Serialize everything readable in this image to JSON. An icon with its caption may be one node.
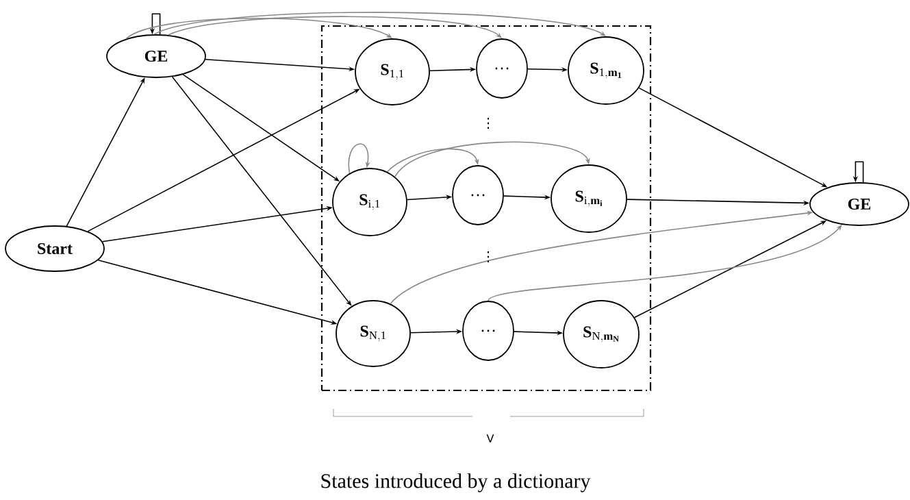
{
  "diagram": {
    "caption": "States introduced by a dictionary",
    "nodes": [
      {
        "text": [],
        "shape": "box"
      },
      {
        "text": [
          "Start"
        ]
      },
      {
        "text": [
          "GE"
        ]
      },
      {
        "text": [
          "\\mathbf{S}_{\\mathrm{1,1}}"
        ],
        "in": 0
      },
      {
        "text": [
          "…"
        ],
        "in": 0
      },
      {
        "text": [
          "\\mathbf{S}_{\\mathrm{1},\\mathbf{m}_{\\mathbf{1}}}"
        ],
        "in": 0
      },
      {
        "text": [
          "\\mathbf{S}_{\\mathrm{i,1}}"
        ],
        "in": 0
      },
      {
        "text": [
          "…"
        ],
        "in": 0
      },
      {
        "text": [
          "\\mathbf{S}_{\\mathrm{i},\\mathbf{m}_{\\mathbf{i}}}"
        ],
        "in": 0
      },
      {
        "text": [
          "\\mathbf{S}_{\\mathrm{N,1}}"
        ],
        "in": 0
      },
      {
        "text": [
          "…"
        ],
        "in": 0
      },
      {
        "text": [
          "\\mathbf{S}_{\\mathrm{N},\\mathbf{m}_{\\mathbf{N}}}"
        ],
        "in": 0
      },
      {
        "text": [
          "GE"
        ]
      }
    ],
    "edges": [
      {
        "from": 1,
        "to": 2,
        "arrow": "to"
      },
      {
        "from": 1,
        "to": 3,
        "arrow": "to"
      },
      {
        "from": 1,
        "to": 6,
        "arrow": "to"
      },
      {
        "from": 1,
        "to": 9,
        "arrow": "to"
      },
      {
        "from": 2,
        "to": 2,
        "arrow": "to"
      },
      {
        "from": 2,
        "to": 3,
        "arrow": "to"
      },
      {
        "from": 2,
        "to": 6,
        "arrow": "to"
      },
      {
        "from": 2,
        "to": 9,
        "arrow": "to"
      },
      {
        "from": 2,
        "to": 3,
        "arrow": "to",
        "color": "#888888"
      },
      {
        "from": 2,
        "to": 4,
        "arrow": "to",
        "color": "#888888"
      },
      {
        "from": 2,
        "to": 5,
        "arrow": "to",
        "color": "#888888"
      },
      {
        "from": 3,
        "to": 4,
        "arrow": "to"
      },
      {
        "from": 4,
        "to": 5,
        "arrow": "to"
      },
      {
        "from": 6,
        "to": 6,
        "arrow": "to",
        "color": "#888888"
      },
      {
        "from": 6,
        "to": 7,
        "arrow": "to",
        "color": "#888888"
      },
      {
        "from": 6,
        "to": 8,
        "arrow": "to",
        "color": "#888888"
      },
      {
        "from": 6,
        "to": 7,
        "arrow": "to"
      },
      {
        "from": 7,
        "to": 8,
        "arrow": "to"
      },
      {
        "from": 9,
        "to": 10,
        "arrow": "to"
      },
      {
        "from": 10,
        "to": 11,
        "arrow": "to"
      },
      {
        "from": 5,
        "to": 12,
        "arrow": "to"
      },
      {
        "from": 8,
        "to": 12,
        "arrow": "to"
      },
      {
        "from": 11,
        "to": 12,
        "arrow": "to"
      },
      {
        "from": 12,
        "to": 12,
        "arrow": "to"
      },
      {
        "from": 9,
        "to": 12,
        "arrow": "to",
        "color": "#888888"
      },
      {
        "from": 10,
        "to": 12,
        "arrow": "to",
        "color": "#888888"
      }
    ],
    "labels": [
      "⋮",
      "⋮",
      "V"
    ]
  }
}
